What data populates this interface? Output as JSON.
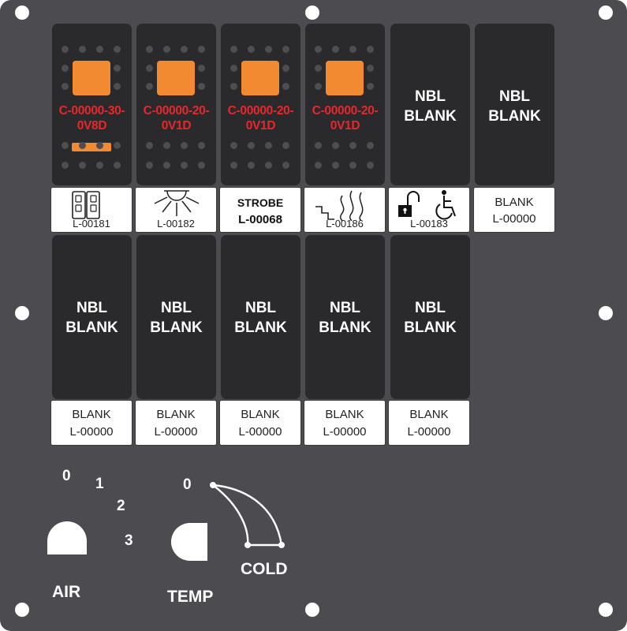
{
  "panel": {
    "switches": [
      {
        "type": "rocker",
        "code_line1": "C-00000-30-",
        "code_line2": "0V8D",
        "bar": true
      },
      {
        "type": "rocker",
        "code_line1": "C-00000-20-",
        "code_line2": "0V1D",
        "bar": false
      },
      {
        "type": "rocker",
        "code_line1": "C-00000-20-",
        "code_line2": "0V1D",
        "bar": false
      },
      {
        "type": "rocker",
        "code_line1": "C-00000-20-",
        "code_line2": "0V1D",
        "bar": false
      },
      {
        "type": "blank",
        "line1": "NBL",
        "line2": "BLANK"
      },
      {
        "type": "blank",
        "line1": "NBL",
        "line2": "BLANK"
      },
      {
        "type": "blank",
        "line1": "NBL",
        "line2": "BLANK"
      },
      {
        "type": "blank",
        "line1": "NBL",
        "line2": "BLANK"
      },
      {
        "type": "blank",
        "line1": "NBL",
        "line2": "BLANK"
      },
      {
        "type": "blank",
        "line1": "NBL",
        "line2": "BLANK"
      },
      {
        "type": "blank",
        "line1": "NBL",
        "line2": "BLANK"
      }
    ],
    "labels": [
      {
        "icon": "door-icon",
        "code": "L-00181"
      },
      {
        "icon": "light-icon",
        "code": "L-00182"
      },
      {
        "line1": "STROBE",
        "line2": "L-00068"
      },
      {
        "icon": "step-heat-icon",
        "code": "L-00186"
      },
      {
        "icon": "lock-accessible-icon",
        "code": "L-00183"
      },
      {
        "line1": "BLANK",
        "line2": "L-00000"
      },
      {
        "line1": "BLANK",
        "line2": "L-00000"
      },
      {
        "line1": "BLANK",
        "line2": "L-00000"
      },
      {
        "line1": "BLANK",
        "line2": "L-00000"
      },
      {
        "line1": "BLANK",
        "line2": "L-00000"
      },
      {
        "line1": "BLANK",
        "line2": "L-00000"
      }
    ],
    "air_knob": {
      "label": "AIR",
      "positions": [
        "0",
        "1",
        "2",
        "3"
      ]
    },
    "temp_knob": {
      "label": "TEMP",
      "zero": "0",
      "cold": "COLD"
    },
    "colors": {
      "panel": "#4c4b50",
      "switch": "#2a2a2c",
      "rocker": "#f28a32",
      "code": "#e8262b"
    }
  }
}
